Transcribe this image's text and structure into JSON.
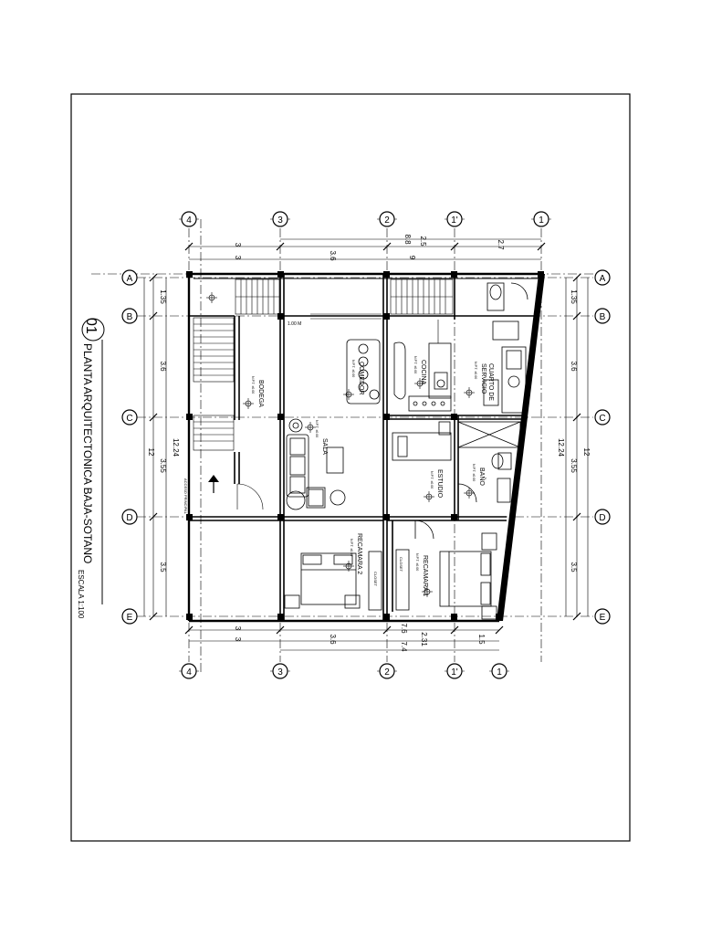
{
  "title": {
    "number": "01",
    "text": "PLANTA ARQUITECTONICA BAJA-SOTANO",
    "scale": "ESCALA 1:100"
  },
  "axes": {
    "numbers": [
      "4",
      "3",
      "2",
      "1'",
      "1"
    ],
    "letters": [
      "A",
      "B",
      "C",
      "D",
      "E"
    ]
  },
  "dims": {
    "top_segments": [
      "3",
      "3.6",
      "2.5",
      "2.7"
    ],
    "top_totals": [
      "3",
      "8.8",
      "9"
    ],
    "bottom_segments": [
      "3",
      "3.6",
      "2.31",
      "1.5"
    ],
    "bottom_totals": [
      "3",
      "7.6",
      "7.4"
    ],
    "left_segments": [
      "1.35",
      "3.6",
      "3.55",
      "3.5"
    ],
    "left_totals": [
      "12.24",
      "12"
    ],
    "right_segments": [
      "1.35",
      "3.6",
      "3.55",
      "3.5"
    ],
    "right_totals": [
      "12.24",
      "12"
    ]
  },
  "rooms": {
    "bodega": "BODEGA",
    "comedor": "COMEDOR",
    "cocina": "COCINA",
    "cuarto_servicio_1": "CUARTO DE",
    "cuarto_servicio_2": "SERVICIO",
    "sala": "SALA",
    "estudio": "ESTUDIO",
    "bano": "BAÑO",
    "recamara1": "RECAMARA 1",
    "recamara2": "RECAMARA 2",
    "closet1": "CLOSET",
    "closet2": "CLOSET",
    "acceso": "ACCESO PRINCIPAL",
    "level_note": "N.P.T. ±0.00",
    "window_note": "1.00 M"
  }
}
